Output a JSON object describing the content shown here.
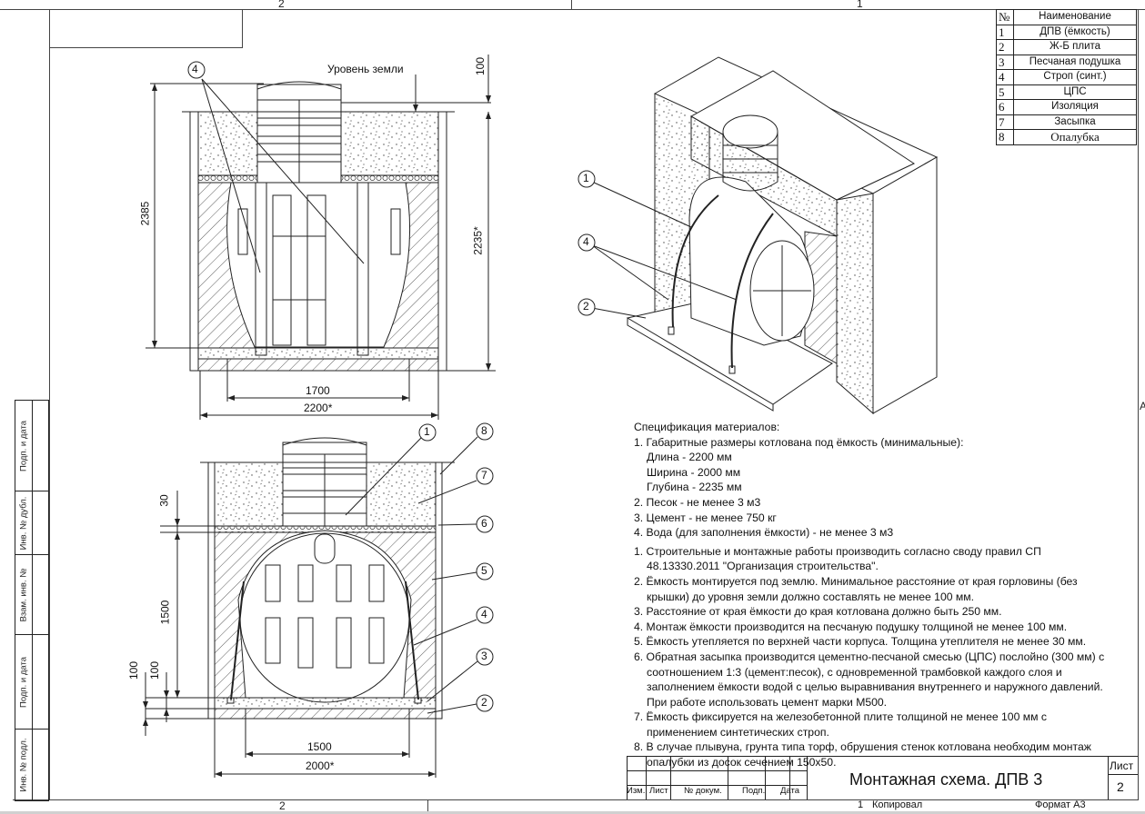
{
  "sheet": {
    "zones_top": [
      "2",
      "1"
    ],
    "zones_bottom": [
      "2",
      "1"
    ],
    "zone_right": "A"
  },
  "parts_table": {
    "header_no": "№",
    "header_name": "Наименование",
    "rows": [
      {
        "no": "1",
        "name": "ДПВ (ёмкость)"
      },
      {
        "no": "2",
        "name": "Ж-Б плита"
      },
      {
        "no": "3",
        "name": "Песчаная подушка"
      },
      {
        "no": "4",
        "name": "Строп (синт.)"
      },
      {
        "no": "5",
        "name": "ЦПС"
      },
      {
        "no": "6",
        "name": "Изоляция"
      },
      {
        "no": "7",
        "name": "Засыпка"
      },
      {
        "no": "8",
        "name": "Опалубка"
      }
    ]
  },
  "front_view": {
    "ground_label": "Уровень земли",
    "dim_top": "100",
    "dim_height_total": "2385",
    "dim_pit_depth": "2235*",
    "dim_tank_length": "1700",
    "dim_pit_length": "2200*",
    "callouts": [
      "4"
    ]
  },
  "side_view": {
    "dim_insulation": "30",
    "dim_tank_height": "1500",
    "dim_slab": "100",
    "dim_sand": "100",
    "dim_tank_width": "1500",
    "dim_pit_width": "2000*",
    "callouts": [
      "1",
      "8",
      "7",
      "6",
      "5",
      "4",
      "3",
      "2"
    ]
  },
  "iso_view": {
    "callouts": [
      "1",
      "4",
      "2"
    ]
  },
  "spec": {
    "title": "Спецификация материалов:",
    "materials": [
      "1. Габаритные размеры котлована под ёмкость (минимальные):",
      "Длина - 2200 мм",
      "Ширина - 2000 мм",
      "Глубина - 2235 мм",
      "2. Песок - не менее 3 м3",
      "3. Цемент - не менее 750 кг",
      "4. Вода (для заполнения ёмкости) - не менее 3 м3"
    ],
    "notes": [
      [
        "1. Строительные и монтажные работы производить согласно своду правил СП",
        "48.13330.2011 \"Организация строительства\"."
      ],
      [
        "2. Ёмкость монтируется под землю. Минимальное расстояние от края горловины (без",
        "крышки) до уровня земли должно составлять не менее 100 мм."
      ],
      [
        "3. Расстояние от края ёмкости до края котлована должно быть 250 мм."
      ],
      [
        "4. Монтаж ёмкости производится на песчаную подушку толщиной не менее 100 мм."
      ],
      [
        "5. Ёмкость утепляется по верхней части корпуса. Толщина утеплителя не менее 30 мм."
      ],
      [
        "6. Обратная засыпка производится цементно-песчаной смесью (ЦПС) послойно (300 мм) с",
        "соотношением 1:3 (цемент:песок), с одновременной трамбовкой каждого слоя и",
        "заполнением ёмкости водой с целью выравнивания внутреннего и наружного давлений.",
        "При работе использовать цемент марки М500."
      ],
      [
        "7. Ёмкость фиксируется на железобетонной плите толщиной не менее 100 мм с",
        "применением синтетических строп."
      ],
      [
        "8. В случае плывуна, грунта типа торф, обрушения стенок котлована необходим монтаж",
        "опалубки из досок сечением 150x50."
      ]
    ]
  },
  "title_block": {
    "columns": [
      "Изм.",
      "Лист",
      "№ докум.",
      "Подп.",
      "Дата"
    ],
    "title": "Монтажная схема. ДПВ 3",
    "sheet_label": "Лист",
    "sheet_no": "2",
    "copied": "Копировал",
    "copied_mark": "1",
    "format": "Формат А3"
  },
  "side_stamp": [
    "Подп. и дата",
    "Инв. № дубл.",
    "Взам. инв. №",
    "Подп. и дата",
    "Инв. № подл."
  ]
}
